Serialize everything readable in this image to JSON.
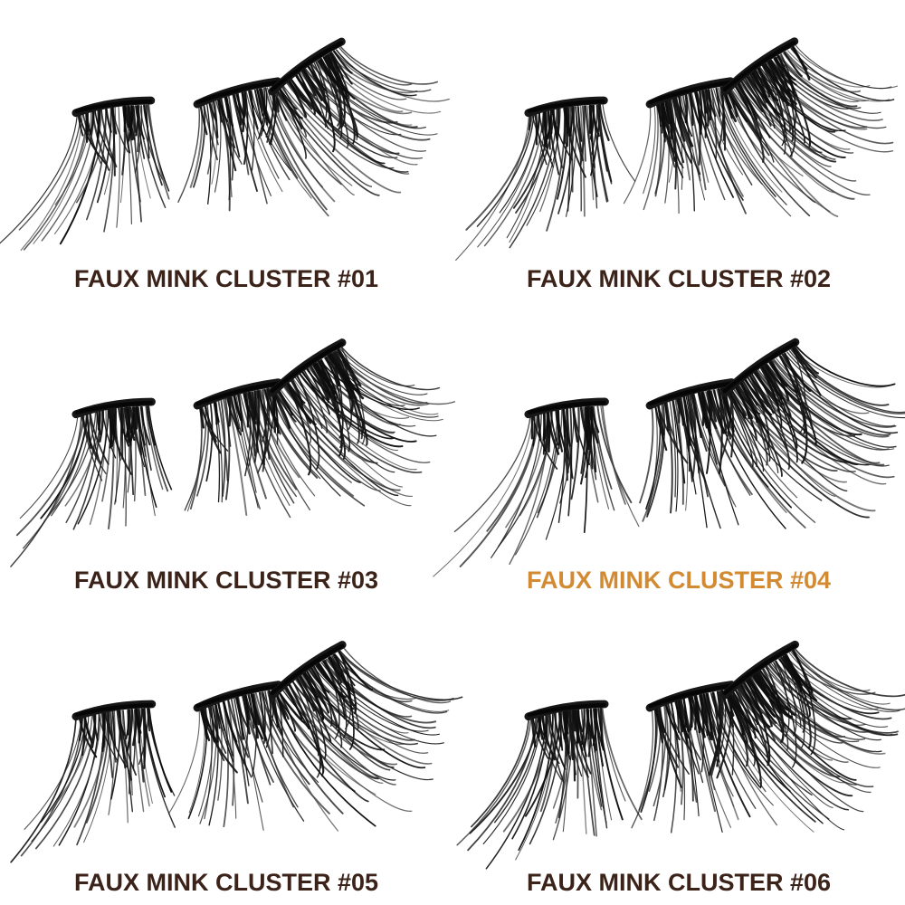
{
  "page": {
    "background": "#ffffff"
  },
  "colors": {
    "label": "#3B231A",
    "label_highlight": "#D28A33",
    "lash": "#111111"
  },
  "products": [
    {
      "id": "01",
      "label": "FAUX MINK CLUSTER #01",
      "highlighted": false,
      "lash_style": {
        "seed": 11,
        "scale": 0.96,
        "density": 0.95
      }
    },
    {
      "id": "02",
      "label": "FAUX MINK CLUSTER #02",
      "highlighted": false,
      "lash_style": {
        "seed": 22,
        "scale": 1.0,
        "density": 1.1
      }
    },
    {
      "id": "03",
      "label": "FAUX MINK CLUSTER #03",
      "highlighted": false,
      "lash_style": {
        "seed": 33,
        "scale": 1.02,
        "density": 1.05
      }
    },
    {
      "id": "04",
      "label": "FAUX MINK CLUSTER #04",
      "highlighted": true,
      "lash_style": {
        "seed": 44,
        "scale": 1.1,
        "density": 1.0
      }
    },
    {
      "id": "05",
      "label": "FAUX MINK CLUSTER #05",
      "highlighted": false,
      "lash_style": {
        "seed": 55,
        "scale": 1.04,
        "density": 1.0
      }
    },
    {
      "id": "06",
      "label": "FAUX MINK CLUSTER #06",
      "highlighted": false,
      "lash_style": {
        "seed": 66,
        "scale": 1.07,
        "density": 1.2
      }
    }
  ]
}
